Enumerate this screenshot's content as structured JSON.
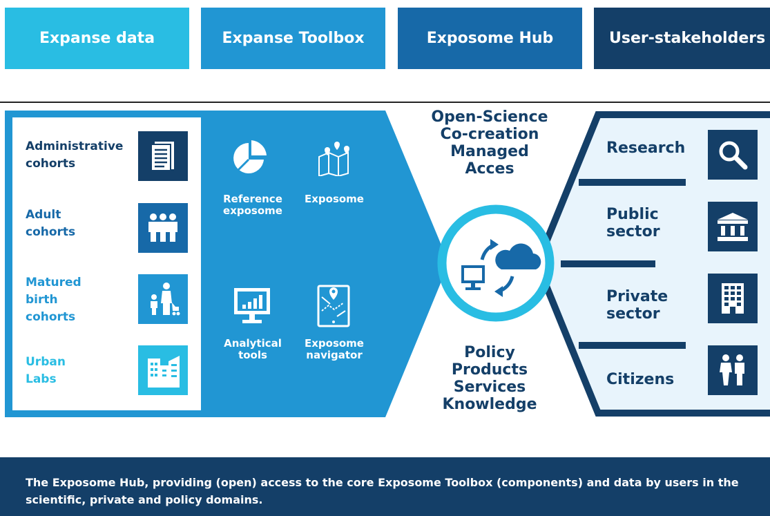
{
  "header": {
    "boxes": [
      {
        "label": "Expanse data",
        "color": "#29bde3"
      },
      {
        "label": "Expanse Toolbox",
        "color": "#2196d3"
      },
      {
        "label": "Exposome Hub",
        "color": "#1769a8"
      },
      {
        "label": "User-stakeholders",
        "color": "#143f68"
      }
    ]
  },
  "data_panel": {
    "items": [
      {
        "label_lines": [
          "Administrative",
          "cohorts"
        ],
        "icon": "document-icon",
        "color": "#143f68"
      },
      {
        "label_lines": [
          "Adult",
          "cohorts"
        ],
        "icon": "adults-icon",
        "color": "#1769a8"
      },
      {
        "label_lines": [
          "Matured",
          "birth",
          "cohorts"
        ],
        "icon": "family-icon",
        "color": "#2196d3"
      },
      {
        "label_lines": [
          "Urban",
          "Labs"
        ],
        "icon": "buildings-icon",
        "color": "#29bde3"
      }
    ]
  },
  "toolbox": {
    "tools": [
      {
        "label_lines": [
          "Reference",
          "exposome"
        ],
        "icon": "pie-chart-icon"
      },
      {
        "label_lines": [
          "Exposome",
          ""
        ],
        "icon": "map-pins-icon"
      },
      {
        "label_lines": [
          "Analytical",
          "tools"
        ],
        "icon": "monitor-chart-icon"
      },
      {
        "label_lines": [
          "Exposome",
          "navigator"
        ],
        "icon": "map-navigator-icon"
      }
    ]
  },
  "hub": {
    "top_lines": [
      "Open-Science",
      "Co-creation",
      "Managed",
      "Acces"
    ],
    "bottom_lines": [
      "Policy",
      "Products",
      "Services",
      "Knowledge"
    ],
    "icons": [
      "computer-icon",
      "cloud-icon",
      "sync-arrows-icon"
    ]
  },
  "users": {
    "items": [
      {
        "label_lines": [
          "Research",
          ""
        ],
        "icon": "search-icon"
      },
      {
        "label_lines": [
          "Public",
          "sector"
        ],
        "icon": "government-building-icon"
      },
      {
        "label_lines": [
          "Private",
          "sector"
        ],
        "icon": "office-building-icon"
      },
      {
        "label_lines": [
          "Citizens",
          ""
        ],
        "icon": "people-icon"
      }
    ]
  },
  "footer": {
    "text": "The Exposome Hub, providing (open) access to the core Exposome Toolbox (components) and data by users in the scientific, private and policy domains."
  }
}
